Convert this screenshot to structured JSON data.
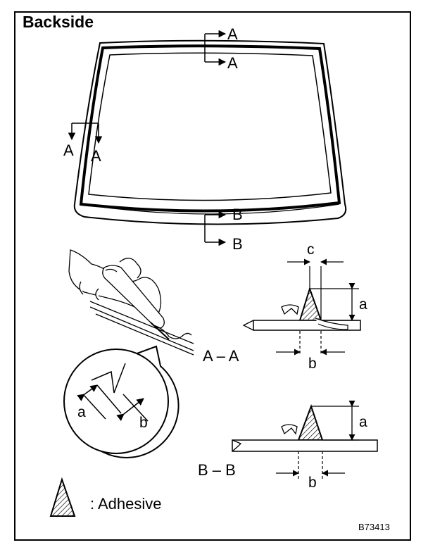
{
  "title": "Backside",
  "labels": {
    "section_a": "A",
    "section_b": "B",
    "dim_a": "a",
    "dim_b": "b",
    "dim_c": "c",
    "section_aa": "A – A",
    "section_bb": "B – B"
  },
  "legend": {
    "text": ": Adhesive"
  },
  "figure_code": "B73413"
}
